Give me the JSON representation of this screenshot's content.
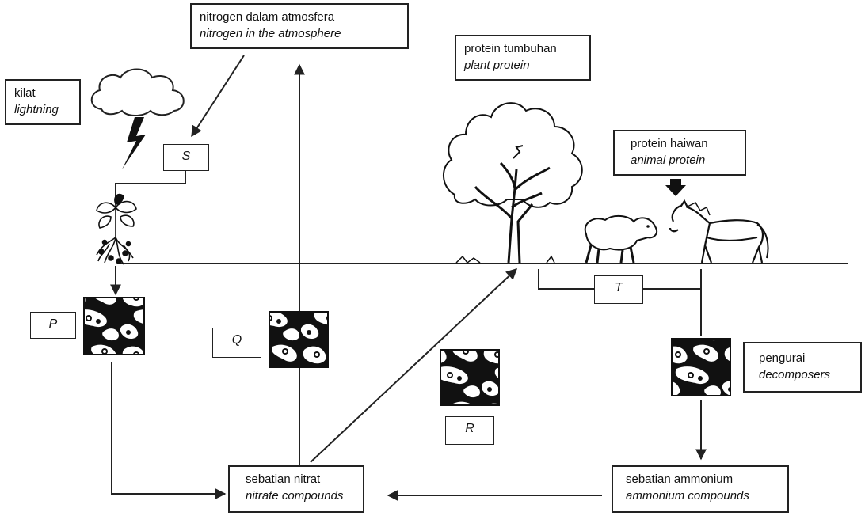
{
  "boxes": {
    "atmosphere": {
      "ms": "nitrogen dalam atmosfera",
      "en": "nitrogen in the atmosphere"
    },
    "lightning": {
      "ms": "kilat",
      "en": "lightning"
    },
    "plant_protein": {
      "ms": "protein tumbuhan",
      "en": "plant protein"
    },
    "animal_protein": {
      "ms": "protein haiwan",
      "en": "animal protein"
    },
    "decomposers": {
      "ms": "pengurai",
      "en": "decomposers"
    },
    "nitrate": {
      "ms": "sebatian nitrat",
      "en": "nitrate compounds"
    },
    "ammonium": {
      "ms": "sebatian ammonium",
      "en": "ammonium compounds"
    }
  },
  "labels": {
    "P": "P",
    "Q": "Q",
    "R": "R",
    "S": "S",
    "T": "T"
  },
  "icons": [
    "cloud-icon",
    "lightning-bolt-icon",
    "legume-plant-icon",
    "tree-icon",
    "sheep-icon",
    "horse-icon",
    "bacteria-icon"
  ]
}
